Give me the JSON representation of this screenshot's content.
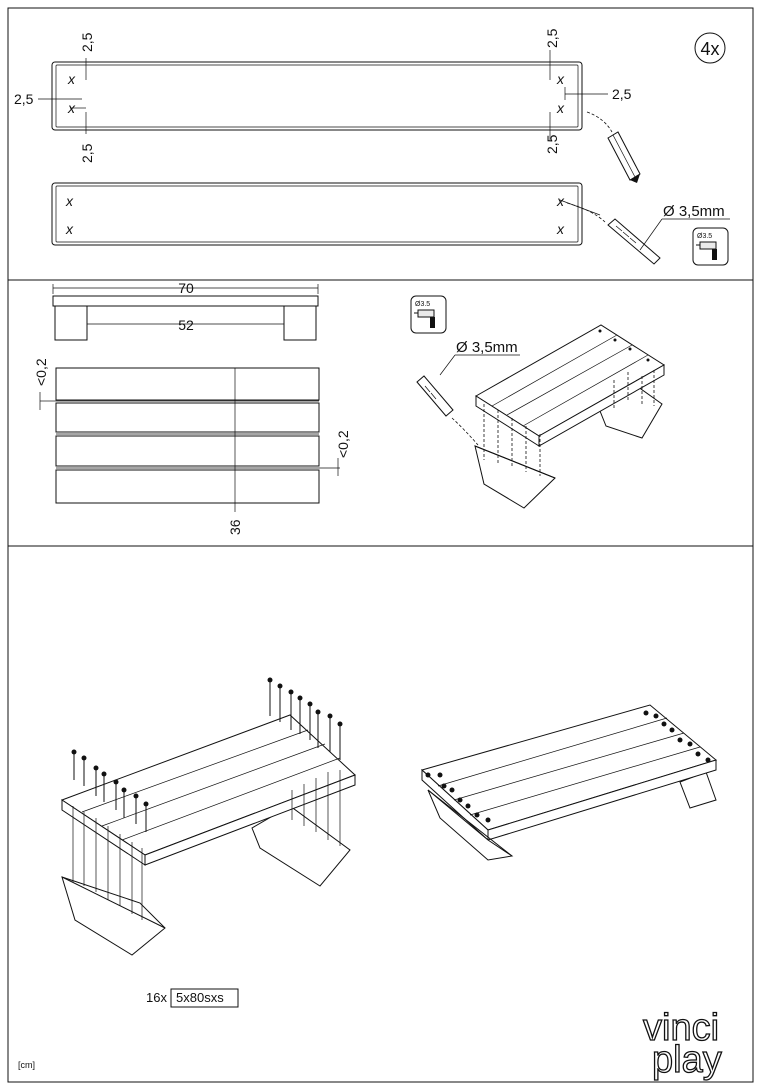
{
  "panel1": {
    "quantity": "4x",
    "dim_offset": "2,5",
    "drill_label": "Ø 3,5mm",
    "drill_icon_label": "Ø3.5"
  },
  "panel2": {
    "length": "70",
    "leg_spacing": "52",
    "gap_top": "<0,2",
    "gap_side": "<0,2",
    "width": "36",
    "drill_label": "Ø 3,5mm",
    "drill_icon_label": "Ø3.5"
  },
  "panel3": {
    "screw_qty": "16x",
    "screw_spec": "5x80sxs"
  },
  "footer": {
    "unit": "[cm]",
    "brand_line1": "vinci",
    "brand_line2": "play"
  }
}
